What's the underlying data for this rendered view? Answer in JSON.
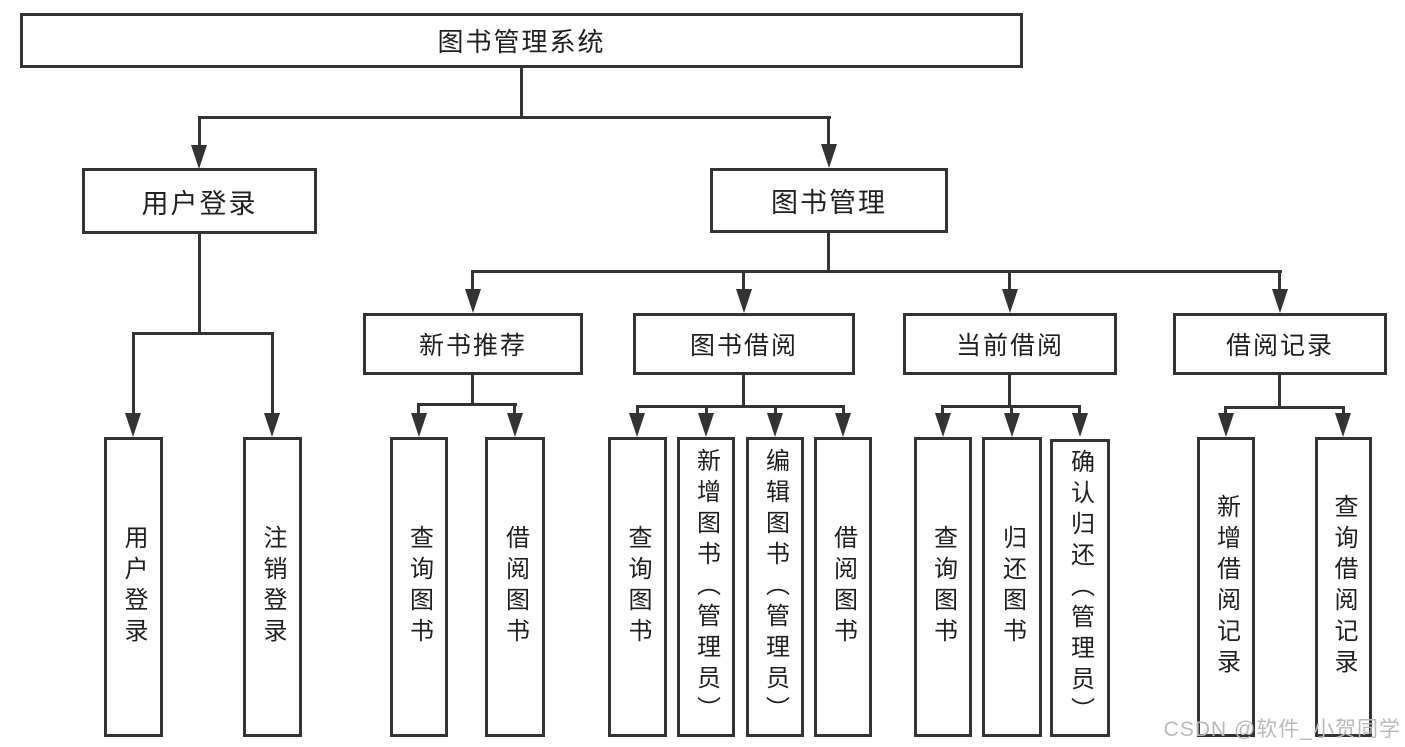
{
  "tree": {
    "root": {
      "label": "图书管理系统",
      "children": [
        {
          "label": "用户登录",
          "children": [
            {
              "label": "用户登录"
            },
            {
              "label": "注销登录"
            }
          ]
        },
        {
          "label": "图书管理",
          "children": [
            {
              "label": "新书推荐",
              "children": [
                {
                  "label": "查询图书"
                },
                {
                  "label": "借阅图书"
                }
              ]
            },
            {
              "label": "图书借阅",
              "children": [
                {
                  "label": "查询图书"
                },
                {
                  "label": "新增图书（管理员）"
                },
                {
                  "label": "编辑图书（管理员）"
                },
                {
                  "label": "借阅图书"
                }
              ]
            },
            {
              "label": "当前借阅",
              "children": [
                {
                  "label": "查询图书"
                },
                {
                  "label": "归还图书"
                },
                {
                  "label": "确认归还（管理员）"
                }
              ]
            },
            {
              "label": "借阅记录",
              "children": [
                {
                  "label": "新增借阅记录"
                },
                {
                  "label": "查询借阅记录"
                }
              ]
            }
          ]
        }
      ]
    }
  },
  "watermark": {
    "text": "CSDN @软件_小贺同学"
  },
  "colors": {
    "line": "#333333",
    "text": "#1f1f1f",
    "watermark": "#b9b9b9",
    "background": "#ffffff"
  }
}
